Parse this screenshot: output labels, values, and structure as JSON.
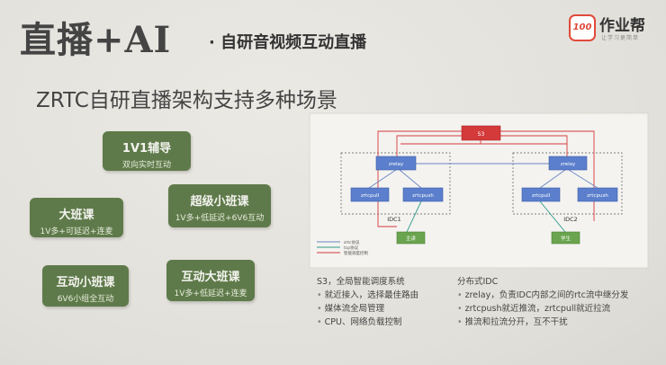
{
  "header": {
    "title": "直播+AI",
    "subtitle": "· 自研音视频互动直播"
  },
  "logo": {
    "mark": "100",
    "name": "作业帮",
    "slogan": "让学习更简单"
  },
  "heading": "ZRTC自研直播架构支持多种场景",
  "scenarios": [
    {
      "title": "1V1辅导",
      "desc": "双向实时互动"
    },
    {
      "title": "大班课",
      "desc": "1V多+可延迟+连麦"
    },
    {
      "title": "超级小班课",
      "desc": "1V多+低延迟+6V6互动"
    },
    {
      "title": "互动小班课",
      "desc": "6V6小组全互动"
    },
    {
      "title": "互动大班课",
      "desc": "1V多+低延迟+连麦"
    }
  ],
  "diagram": {
    "s3": "S3",
    "idc1": {
      "label": "IDC1",
      "relay": "zrelay",
      "pull": "zrtcpull",
      "push": "zrtcpush",
      "client": "主讲"
    },
    "idc2": {
      "label": "IDC2",
      "relay": "zrelay",
      "pull": "zrtcpull",
      "push": "zrtcpush",
      "client": "学生"
    },
    "legend": [
      {
        "label": "zrtc协议",
        "color": "#6a86c2"
      },
      {
        "label": "tcp协议",
        "color": "#2f9a8a"
      },
      {
        "label": "智能调度控制",
        "color": "#d43a3a"
      }
    ]
  },
  "notes_left": {
    "title": "S3，全局智能调度系统",
    "items": [
      "就近接入，选择最佳路由",
      "媒体流全局管理",
      "CPU、网络负载控制"
    ]
  },
  "notes_right": {
    "title": "分布式IDC",
    "items": [
      "zrelay，负责IDC内部之间的rtc流中继分发",
      "zrtcpush就近推流，zrtcpull就近拉流",
      "推流和拉流分开，互不干扰"
    ]
  }
}
